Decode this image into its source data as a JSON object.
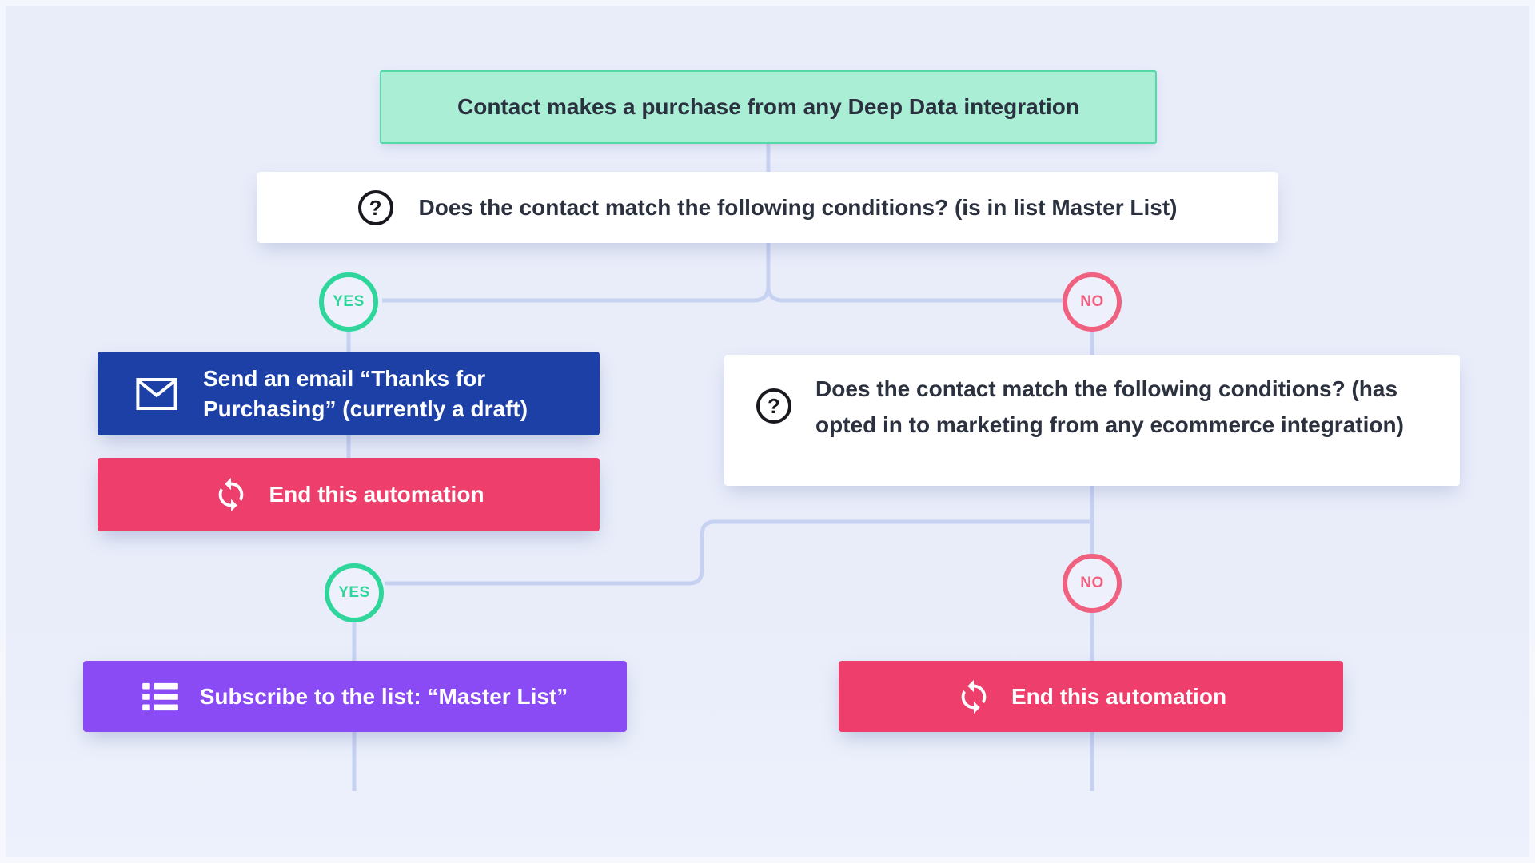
{
  "colors": {
    "canvas-bg": "#e9edfa",
    "canvas-bg-bottom": "#edf1fc",
    "connector": "#c7d2f2",
    "trigger-bg": "#abeed6",
    "trigger-border": "#52d9a6",
    "yes": "#2ed69b",
    "no": "#f0607f",
    "email-bg": "#1d40a6",
    "end-bg": "#ee3e6b",
    "subscribe-bg": "#8a4bf5",
    "card-bg": "#ffffff",
    "text-dark": "#2b313f",
    "text-light": "#ffffff",
    "icon-dark": "#17191e"
  },
  "flowchart": {
    "trigger": {
      "label": "Contact makes a purchase from any Deep Data integration"
    },
    "condition1": {
      "label": "Does the contact match the following conditions? (is in list Master List)",
      "icon": "question-mark",
      "icon_glyph": "?"
    },
    "branch1": {
      "yes_label": "YES",
      "no_label": "NO"
    },
    "email_action": {
      "label": "Send an email “Thanks for Purchasing” (currently a draft)",
      "icon": "envelope"
    },
    "end_action1": {
      "label": "End this automation",
      "icon": "sync-arrows"
    },
    "condition2": {
      "label": "Does the contact match the following conditions? (has opted in to marketing from any ecommerce integration)",
      "icon": "question-mark",
      "icon_glyph": "?"
    },
    "branch2": {
      "yes_label": "YES",
      "no_label": "NO"
    },
    "subscribe_action": {
      "label": "Subscribe to the list: “Master List”",
      "icon": "bullet-list"
    },
    "end_action2": {
      "label": "End this automation",
      "icon": "sync-arrows"
    }
  }
}
